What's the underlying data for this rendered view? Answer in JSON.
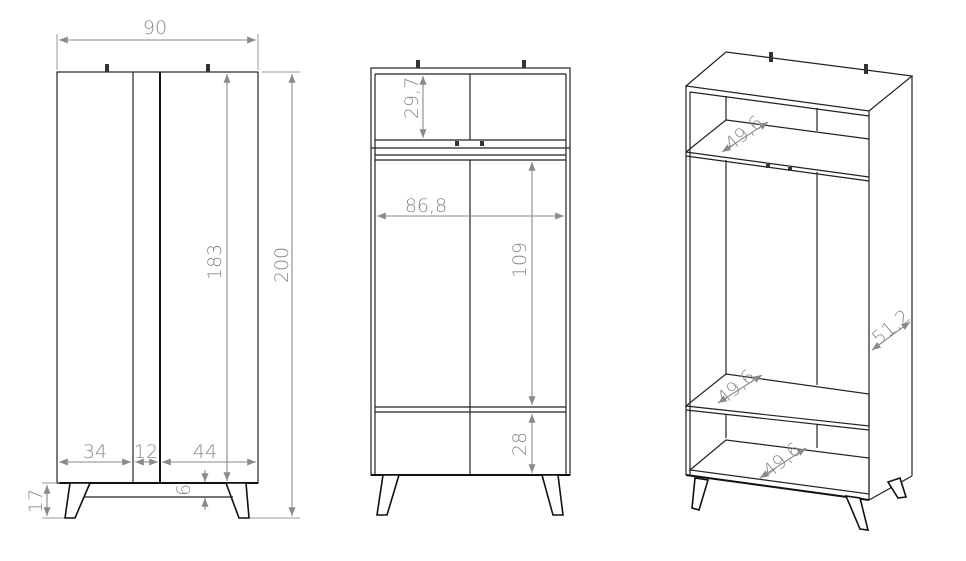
{
  "front_view": {
    "total_width": "90",
    "total_height": "200",
    "door_height": "183",
    "left_door_width": "34",
    "middle_strip_width": "12",
    "right_door_width": "44",
    "leg_height": "17",
    "rail_height": "6"
  },
  "open_front_view": {
    "top_compartment_height": "29,7",
    "inner_width": "86,8",
    "hanging_height": "109",
    "bottom_compartment_height": "28"
  },
  "iso_view": {
    "top_shelf_depth": "49,6",
    "side_depth": "51,2",
    "lower_shelf_depth": "49,6",
    "bottom_depth": "49,6"
  },
  "colors": {
    "line": "#222222",
    "dimension": "#8a8a8a"
  }
}
